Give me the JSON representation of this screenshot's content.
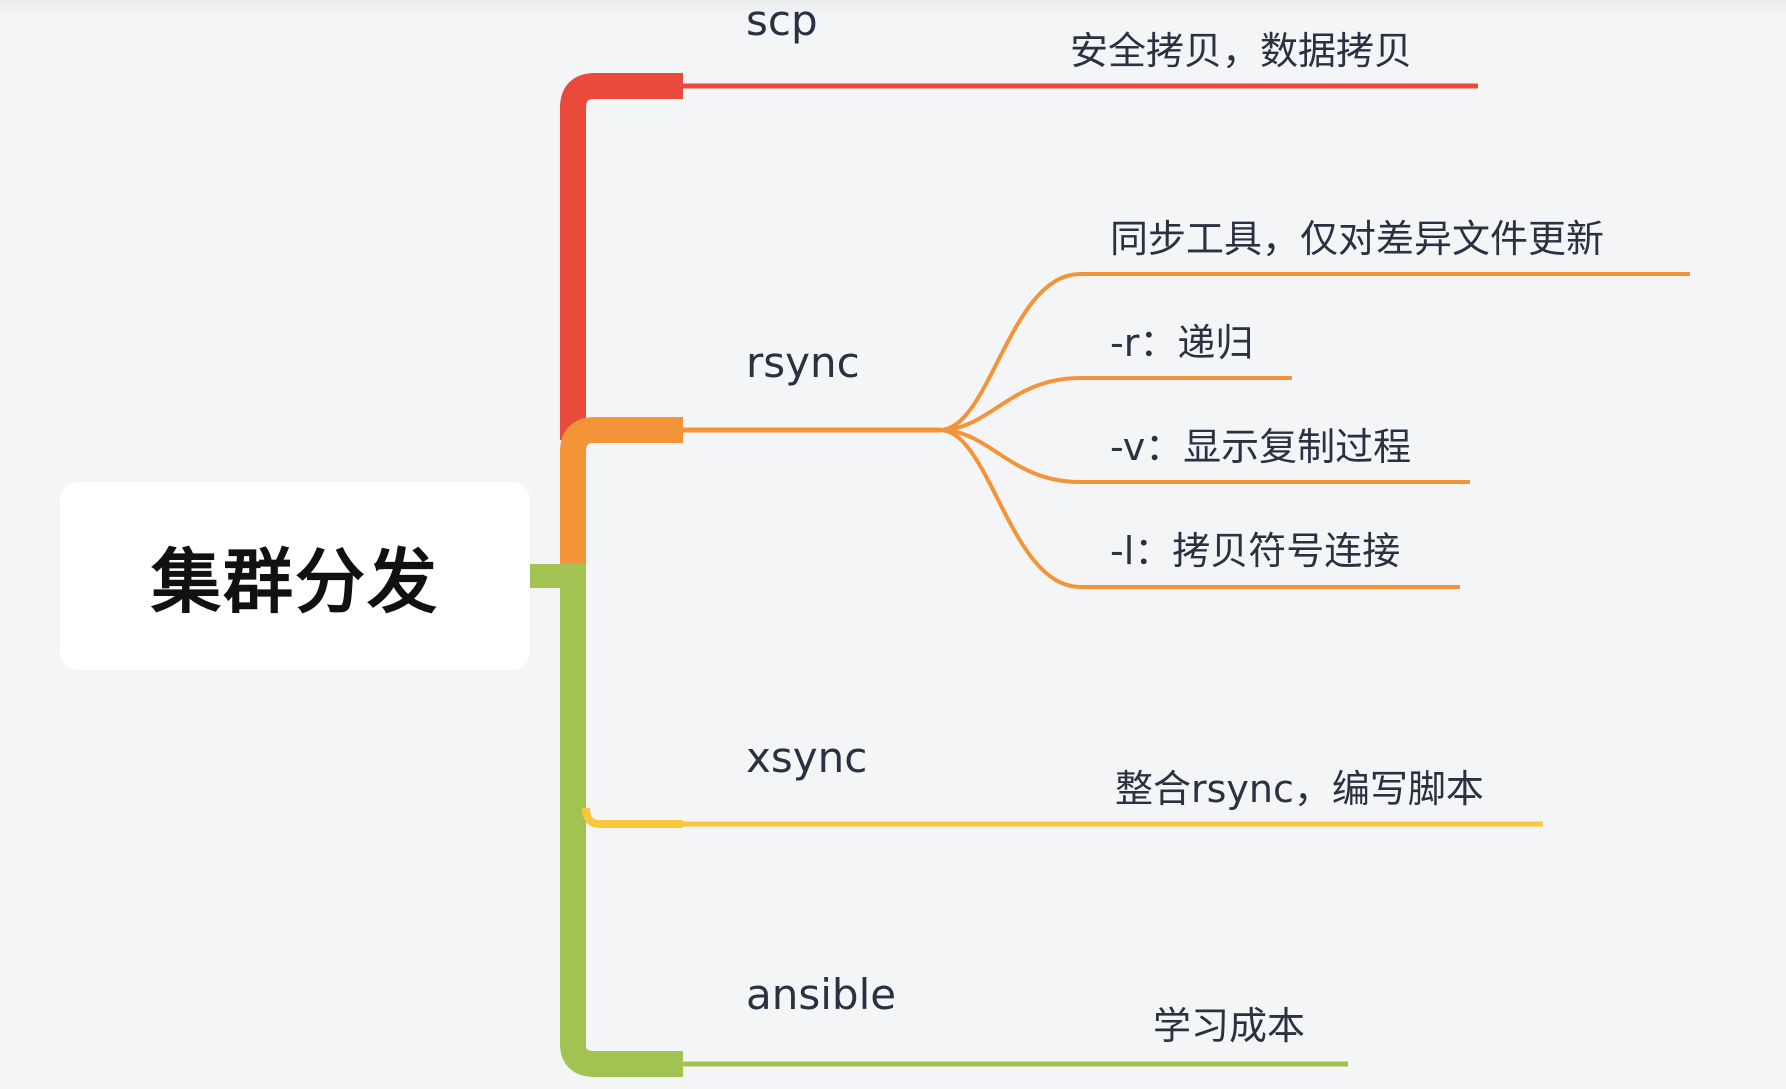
{
  "root": {
    "label": "集群分发"
  },
  "colors": {
    "scp": "#e84a3c",
    "rsync": "#f39439",
    "xsync": "#f8c73c",
    "ansible": "#a2c352",
    "background": "#f4f5f7",
    "text": "#2a3140"
  },
  "branches": [
    {
      "label": "scp",
      "children": [
        {
          "label": "安全拷贝，数据拷贝"
        }
      ]
    },
    {
      "label": "rsync",
      "children": [
        {
          "label": "同步工具，仅对差异文件更新"
        },
        {
          "label": "-r：递归"
        },
        {
          "label": "-v：显示复制过程"
        },
        {
          "label": "-l：拷贝符号连接"
        }
      ]
    },
    {
      "label": "xsync",
      "children": [
        {
          "label": "整合rsync，编写脚本"
        }
      ]
    },
    {
      "label": "ansible",
      "children": [
        {
          "label": "学习成本"
        }
      ]
    }
  ]
}
